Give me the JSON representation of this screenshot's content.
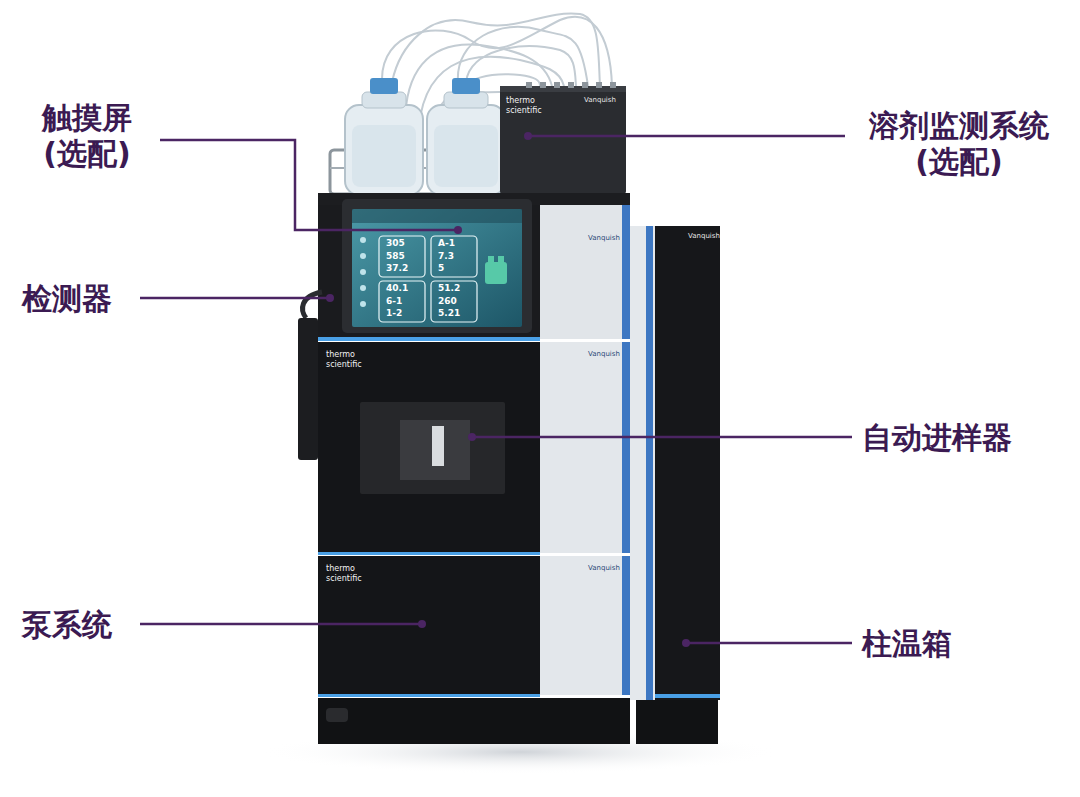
{
  "diagram": {
    "labels": [
      "触摸屏 (选配)",
      "检测器",
      "泵系统",
      "溶剂监测系统 (选配)",
      "自动进样器",
      "柱温箱",
      "305",
      "585",
      "37.2",
      "A-1",
      "7.3",
      "5",
      "40.1",
      "6-1",
      "1-2",
      "51.2",
      "260",
      "5.21",
      "thermo scientific",
      "thermo scientific",
      "thermo scientific",
      "Vanquish",
      "Vanquish",
      "Vanquish",
      "Vanquish",
      "Vanquish"
    ]
  }
}
